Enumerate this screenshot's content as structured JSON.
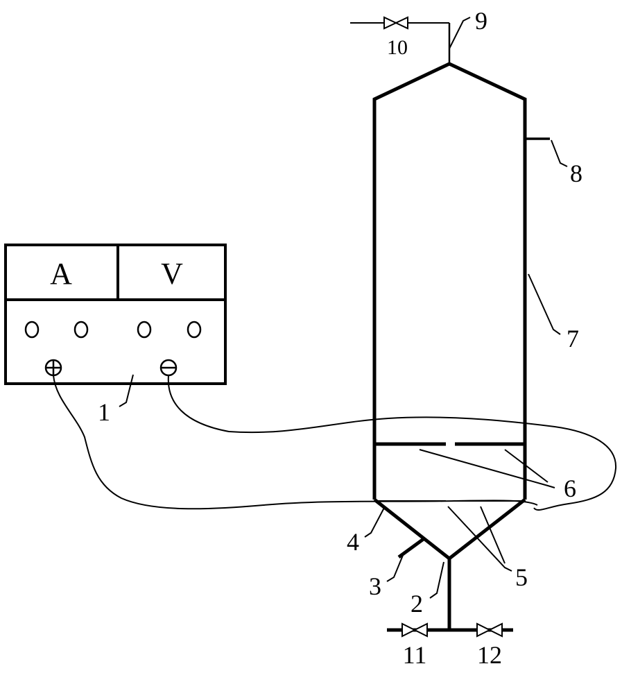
{
  "power_supply": {
    "ammeter_label": "A",
    "voltmeter_label": "V",
    "positive_terminal": "⊕",
    "negative_terminal": "⊖"
  },
  "part_numbers": {
    "p1": "1",
    "p2": "2",
    "p3": "3",
    "p4": "4",
    "p5": "5",
    "p6": "6",
    "p7": "7",
    "p8": "8",
    "p9": "9",
    "p10": "10",
    "p11": "11",
    "p12": "12"
  }
}
